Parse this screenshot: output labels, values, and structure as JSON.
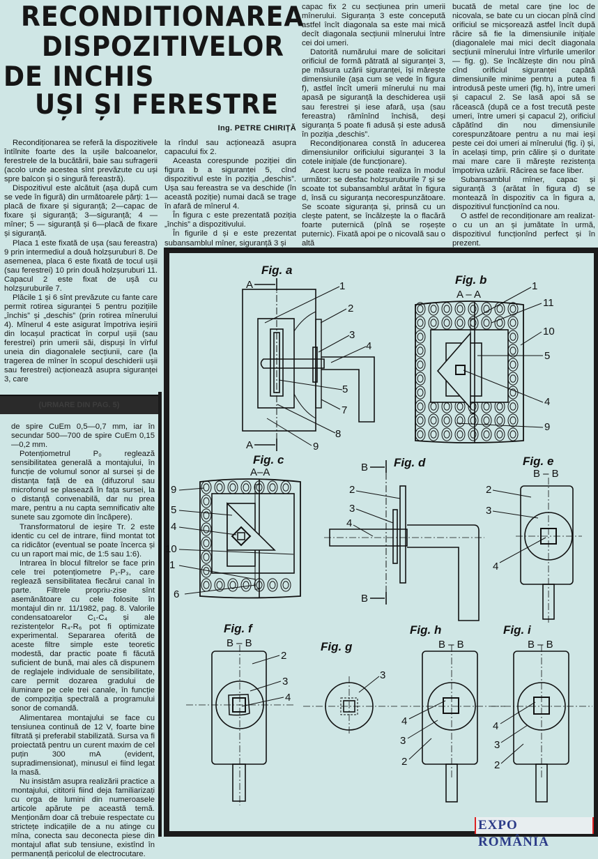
{
  "article": {
    "title_lines": [
      "RECONDITIONAREA",
      "DISPOZITIVELOR",
      "DE INCHIS",
      "UȘI ȘI FERESTRE"
    ],
    "author": "Ing. PETRE CHIRIȚĂ",
    "col1": [
      "Recondiționarea se referă la dispozitivele întîlnite foarte des la ușile balcoanelor, ferestrele de la bucătării, baie sau sufragerii (acolo unde acestea sînt prevăzute cu uși spre balcon și o singură fereastră).",
      "Dispozitivul este alcătuit (așa după cum se vede în figură) din următoarele părți: 1—placă de fixare și siguranță; 2—capac de fixare și siguranță; 3—siguranță; 4 — mîner; 5 — siguranță și 6—placă de fixare și siguranță.",
      "Placa 1 este fixată de ușa (sau fereastra) 9 prin intermediul a două holzșuruburi 8. De asemenea, placa 6 este fixată de tocul ușii (sau ferestrei) 10 prin două holzșuruburi 11. Capacul 2 este fixat de ușă cu holzșuruburile 7.",
      "Plăcile 1 și 6 sînt prevăzute cu fante care permit rotirea siguranței 5 pentru pozițiile „închis” și „deschis” (prin rotirea mînerului 4). Mînerul 4 este asigurat împotriva ieșirii din locașul practicat în corpul ușii (sau ferestrei) prin umerii săi, dispuși în vîrful uneia din diagonalele secțiunii, care (la tragerea de mîner în scopul deschiderii ușii sau ferestrei) acționează asupra siguranței 3, care"
    ],
    "col2": [
      "la rîndul sau acționează asupra capacului fix 2.",
      "Aceasta corespunde poziției din figura b a siguranței 5, cînd dispozitivul este în poziția „deschis”. Ușa sau fereastra se va deschide (în această poziție) numai dacă se trage în afară de mînerul 4.",
      "În figura c este prezentată poziția „închis” a dispozitivului.",
      "În figurile d și e este prezentat subansamblul mîner, siguranță 3 și"
    ],
    "col3": [
      "capac fix 2 cu secțiunea prin umerii mînerului. Siguranța 3 este concepută astfel încît diagonala sa este mai mică decît diagonala secțiunii mînerului între cei doi umeri.",
      "Datorită numărului mare de solicitari orificiul de formă pătrată al siguranței 3, pe măsura uzării siguranței, își mărește dimensiunile (așa cum se vede în figura f), astfel încît umerii mînerului nu mai apasă pe siguranță la deschiderea ușii sau ferestrei și iese afară, ușa (sau fereastra) rămînînd închisă, deși siguranța 5 poate fi adusă și este adusă în poziția „deschis”.",
      "Recondiționarea constă în aducerea dimensiunilor orificiului siguranței 3 la cotele inițiale (de funcționare).",
      "Acest lucru se poate realiza în modul următor: se desfac holzșuruburile 7 și se scoate tot subansamblul arătat în figura d, însă cu siguranța necorespunzătoare. Se scoate siguranța și, prinsă cu un clește patent, se încălzește la o flacără foarte puternică (pînă se roșește puternic). Fixată apoi pe o nicovală sau o altă"
    ],
    "col4": [
      "bucată de metal care ține loc de nicovala, se bate cu un ciocan pînă cînd orificiul se micșorează astfel încît după răcire să fie la dimensiunile inițiale (diagonalele mai mici decît diagonala secțiunii mînerului între vîrfurile umerilor — fig. g). Se încălzește din nou pînă cînd orificiul siguranței capătă dimensiunile minime pentru a putea fi introdusă peste umeri (fig. h), între umeri și capacul 2. Se lasă apoi să se răcească (după ce a fost trecută peste umeri, între umeri și capacul 2), orificiul căpătînd din nou dimensiunile corespunzătoare pentru a nu mai ieși peste cei doi umeri ai mînerului (fig. i) și, în același timp, prin călire și o duritate mai mare care îi mărește rezistența împotriva uzării. Răcirea se face liber.",
      "Subansamblul mîner, capac și siguranță 3 (arătat în figura d) se montează în dispozitiv ca în figura a, dispozitivul funcționînd ca nou.",
      "O astfel de recondiționare am realizat-o cu un an și jumătate în urmă, dispozitivul funcționînd perfect și în prezent."
    ]
  },
  "continuation": {
    "header": "(URMARE DIN PAG. 5)",
    "paragraphs": [
      "de spire CuEm 0,5—0,7 mm, iar în secundar 500—700 de spire CuEm 0,15—0,2 mm.",
      "Potențiometrul P₀ reglează sensibilitatea generală a montajului, în funcție de volumul sonor al sursei și de distanța față de ea (difuzorul sau microfonul se plasează în fața sursei, la o distanță convenabilă, dar nu prea mare, pentru a nu capta semnificativ alte sunete sau zgomote din încăpere).",
      "Transformatorul de ieșire Tr. 2 este identic cu cel de intrare, fiind montat tot ca ridicător (eventual se poate încerca și cu un raport mai mic, de 1:5 sau 1:6).",
      "Intrarea în blocul filtrelor se face prin cele trei potențiometre P₁-P₃, care reglează sensibilitatea fiecărui canal în parte. Filtrele propriu-zise sînt asemănătoare cu cele folosite în montajul din nr. 11/1982, pag. 8. Valorile condensatoarelor C₁-C₄ și ale rezistențelor R₄-R₆ pot fi optimizate experimental. Separarea oferită de aceste filtre simple este teoretic modestă, dar practic poate fi făcută suficient de bună, mai ales că dispunem de reglajele individuale de sensibilitate, care permit dozarea gradului de iluminare pe cele trei canale, în funcție de compoziția spectrală a programului sonor de comandă.",
      "Alimentarea montajului se face cu tensiunea continuă de 12 V, foarte bine filtrată și preferabil stabilizată. Sursa va fi proiectată pentru un curent maxim de cel puțin 300 mA (evident, supradimensionat), minusul ei fiind legat la masă.",
      "Nu insistăm asupra realizării practice a montajului, cititorii fiind deja familiarizați cu orga de lumini din numeroasele articole apărute pe această temă. Menționăm doar că trebuie respectate cu strictețe indicațiile de a nu atinge cu mîna, conecta sau deconecta piese din montajul aflat sub tensiune, existînd în permanență pericolul de electrocutare."
    ]
  },
  "figures": {
    "a": {
      "caption": "Fig. a",
      "section": [
        "A",
        "A"
      ],
      "parts": [
        "1",
        "2",
        "3",
        "4",
        "5",
        "7",
        "8",
        "9"
      ]
    },
    "b": {
      "caption": "Fig. b",
      "section": "A – A",
      "parts": [
        "1",
        "11",
        "10",
        "5",
        "4",
        "9"
      ]
    },
    "c": {
      "caption": "Fig. c",
      "section": "A–A",
      "parts": [
        "9",
        "5",
        "4",
        "10",
        "1",
        "6"
      ]
    },
    "d": {
      "caption": "Fig. d",
      "section": [
        "B",
        "B"
      ],
      "parts": [
        "2",
        "3",
        "4"
      ]
    },
    "e": {
      "caption": "Fig. e",
      "section": "B – B",
      "parts": [
        "2",
        "3",
        "4"
      ]
    },
    "f": {
      "caption": "Fig. f",
      "section": "B – B",
      "parts": [
        "2",
        "3",
        "4"
      ]
    },
    "g": {
      "caption": "Fig. g",
      "parts": [
        "3"
      ]
    },
    "h": {
      "caption": "Fig. h",
      "section": "B – B",
      "parts": [
        "4",
        "3",
        "2"
      ]
    },
    "i": {
      "caption": "Fig. i",
      "section": "B – B",
      "parts": [
        "4",
        "3",
        "2"
      ]
    }
  },
  "watermark": "EXPO ROMÂNIA"
}
